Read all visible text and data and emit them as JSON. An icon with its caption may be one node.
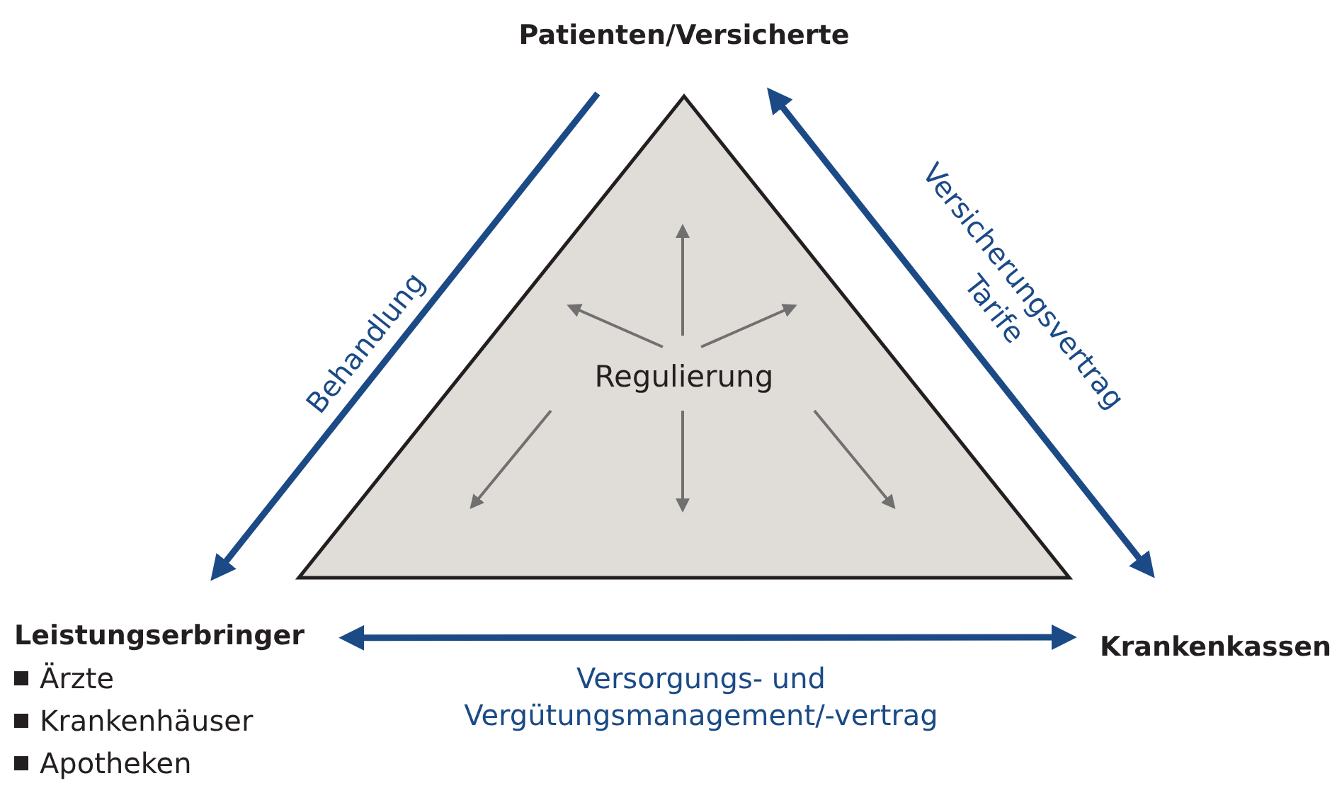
{
  "diagram": {
    "nodes": [
      {
        "text": [
          "Patienten/Versicherte"
        ]
      },
      {
        "text": [
          "Leistungserbringer",
          "Ärzte",
          "Krankenhäuser",
          "Apotheken"
        ]
      },
      {
        "text": [
          "Krankenkassen"
        ]
      },
      {
        "text": [
          "Regulierung"
        ]
      }
    ],
    "edges": [
      {
        "from": 0,
        "to": 1,
        "arrow": "to",
        "label": "Behandlung"
      },
      {
        "from": 0,
        "to": 2,
        "arrow": "both",
        "label": "Versicherungsvertrag Tarife"
      },
      {
        "from": 1,
        "to": 2,
        "arrow": "both",
        "label": "Versorgungs- und Vergütungsmanagement/-vertrag"
      }
    ]
  }
}
